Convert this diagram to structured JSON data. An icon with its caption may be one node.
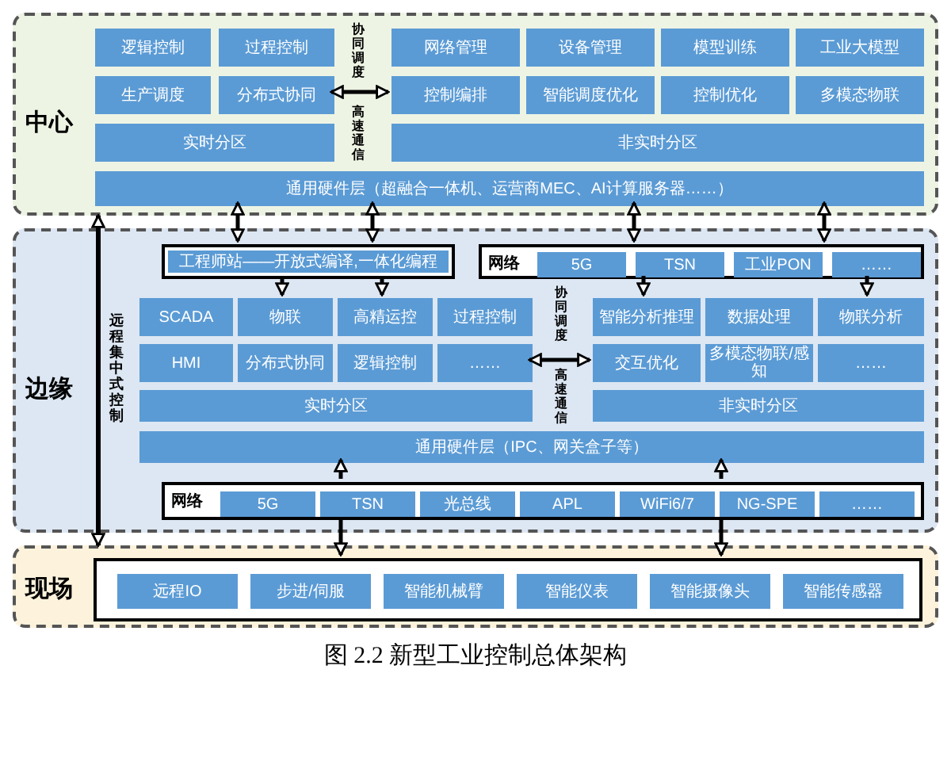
{
  "diagram": {
    "caption": "图 2.2 新型工业控制总体架构",
    "nodes": [
      {
        "text": [
          "中心"
        ]
      },
      {
        "text": [
          "逻辑控制"
        ],
        "in": 0
      },
      {
        "text": [
          "过程控制"
        ],
        "in": 0
      },
      {
        "text": [
          "网络管理"
        ],
        "in": 0
      },
      {
        "text": [
          "设备管理"
        ],
        "in": 0
      },
      {
        "text": [
          "模型训练"
        ],
        "in": 0
      },
      {
        "text": [
          "工业大模型"
        ],
        "in": 0
      },
      {
        "text": [
          "生产调度"
        ],
        "in": 0
      },
      {
        "text": [
          "分布式协同"
        ],
        "in": 0
      },
      {
        "text": [
          "控制编排"
        ],
        "in": 0
      },
      {
        "text": [
          "智能调度优化"
        ],
        "in": 0
      },
      {
        "text": [
          "控制优化"
        ],
        "in": 0
      },
      {
        "text": [
          "多模态物联"
        ],
        "in": 0
      },
      {
        "text": [
          "实时分区"
        ],
        "in": 0
      },
      {
        "text": [
          "非实时分区"
        ],
        "in": 0
      },
      {
        "text": [
          "通用硬件层（超融合一体机、运营商MEC、AI计算服务器……）"
        ],
        "in": 0
      },
      {
        "text": [
          "边缘"
        ]
      },
      {
        "text": [
          "工程师站——开放式编译,一体化编程"
        ],
        "in": 16
      },
      {
        "text": [
          "网络"
        ],
        "in": 16
      },
      {
        "text": [
          "5G"
        ],
        "in": 18
      },
      {
        "text": [
          "TSN"
        ],
        "in": 18
      },
      {
        "text": [
          "工业PON"
        ],
        "in": 18
      },
      {
        "text": [
          "……"
        ],
        "in": 18
      },
      {
        "text": [
          "SCADA"
        ],
        "in": 16
      },
      {
        "text": [
          "物联"
        ],
        "in": 16
      },
      {
        "text": [
          "高精运控"
        ],
        "in": 16
      },
      {
        "text": [
          "过程控制"
        ],
        "in": 16
      },
      {
        "text": [
          "智能分析推理"
        ],
        "in": 16
      },
      {
        "text": [
          "数据处理"
        ],
        "in": 16
      },
      {
        "text": [
          "物联分析"
        ],
        "in": 16
      },
      {
        "text": [
          "HMI"
        ],
        "in": 16
      },
      {
        "text": [
          "分布式协同"
        ],
        "in": 16
      },
      {
        "text": [
          "逻辑控制"
        ],
        "in": 16
      },
      {
        "text": [
          "……"
        ],
        "in": 16
      },
      {
        "text": [
          "交互优化"
        ],
        "in": 16
      },
      {
        "text": [
          "多模态物联/感知"
        ],
        "in": 16
      },
      {
        "text": [
          "……"
        ],
        "in": 16
      },
      {
        "text": [
          "实时分区"
        ],
        "in": 16
      },
      {
        "text": [
          "非实时分区"
        ],
        "in": 16
      },
      {
        "text": [
          "通用硬件层（IPC、网关盒子等）"
        ],
        "in": 16
      },
      {
        "text": [
          "网络"
        ],
        "in": 16
      },
      {
        "text": [
          "5G"
        ],
        "in": 40
      },
      {
        "text": [
          "TSN"
        ],
        "in": 40
      },
      {
        "text": [
          "光总线"
        ],
        "in": 40
      },
      {
        "text": [
          "APL"
        ],
        "in": 40
      },
      {
        "text": [
          "WiFi6/7"
        ],
        "in": 40
      },
      {
        "text": [
          "NG-SPE"
        ],
        "in": 40
      },
      {
        "text": [
          "……"
        ],
        "in": 40
      },
      {
        "text": [
          "现场"
        ]
      },
      {
        "text": [],
        "shape": "box",
        "in": 48
      },
      {
        "text": [
          "远程IO"
        ],
        "in": 49
      },
      {
        "text": [
          "步进/伺服"
        ],
        "in": 49
      },
      {
        "text": [
          "智能机械臂"
        ],
        "in": 49
      },
      {
        "text": [
          "智能仪表"
        ],
        "in": 49
      },
      {
        "text": [
          "智能摄像头"
        ],
        "in": 49
      },
      {
        "text": [
          "智能传感器"
        ],
        "in": 49
      }
    ],
    "edges": [
      {
        "from": 0,
        "to": 48,
        "arrow": "both",
        "label": "远程集中式控制"
      },
      {
        "from": 8,
        "to": 9,
        "arrow": "both"
      },
      {
        "from": 15,
        "to": 17,
        "arrow": "both"
      },
      {
        "from": 15,
        "to": 17,
        "arrow": "both"
      },
      {
        "from": 15,
        "to": 18,
        "arrow": "both"
      },
      {
        "from": 15,
        "to": 18,
        "arrow": "both"
      },
      {
        "from": 17,
        "to": 24,
        "arrow": "to"
      },
      {
        "from": 17,
        "to": 25,
        "arrow": "to"
      },
      {
        "from": 18,
        "to": 27,
        "arrow": "to"
      },
      {
        "from": 18,
        "to": 29,
        "arrow": "to"
      },
      {
        "from": 33,
        "to": 34,
        "arrow": "both"
      },
      {
        "from": 40,
        "to": 39,
        "arrow": "to"
      },
      {
        "from": 40,
        "to": 39,
        "arrow": "to"
      },
      {
        "from": 40,
        "to": 49,
        "arrow": "to"
      },
      {
        "from": 40,
        "to": 49,
        "arrow": "to"
      }
    ],
    "labels": [
      "协同调度",
      "高速通信",
      "协同调度",
      "高速通信"
    ]
  }
}
